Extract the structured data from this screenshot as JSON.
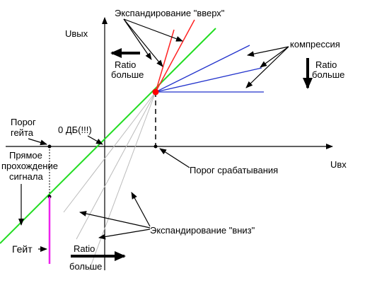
{
  "axes": {
    "y_label": "Uвых",
    "x_label": "Uвх"
  },
  "labels": {
    "expand_up": "Экспандирование \"вверх\"",
    "compression": "компрессия",
    "ratio_more_left": [
      "Ratio",
      "больше"
    ],
    "ratio_more_right": [
      "Ratio",
      "больше"
    ],
    "ratio_more_bottom": [
      "Ratio",
      "больше"
    ],
    "gate_threshold": [
      "Порог",
      "гейта"
    ],
    "zero_db": "0 ДБ(!!!)",
    "direct_pass": [
      "Прямое",
      "прохождение",
      "сигнала"
    ],
    "trigger_threshold": "Порог срабатывания",
    "expand_down": "Экспандирование \"вниз\"",
    "gate": "Гейт"
  },
  "colors": {
    "unity_line": "#22dd22",
    "expand_up_lines": "#ff2222",
    "compression_lines": "#2233cc",
    "expand_down_lines": "#bbbbbb",
    "gate_line": "#ee22ee",
    "threshold_point": "#ff0000",
    "axes": "#000000"
  }
}
